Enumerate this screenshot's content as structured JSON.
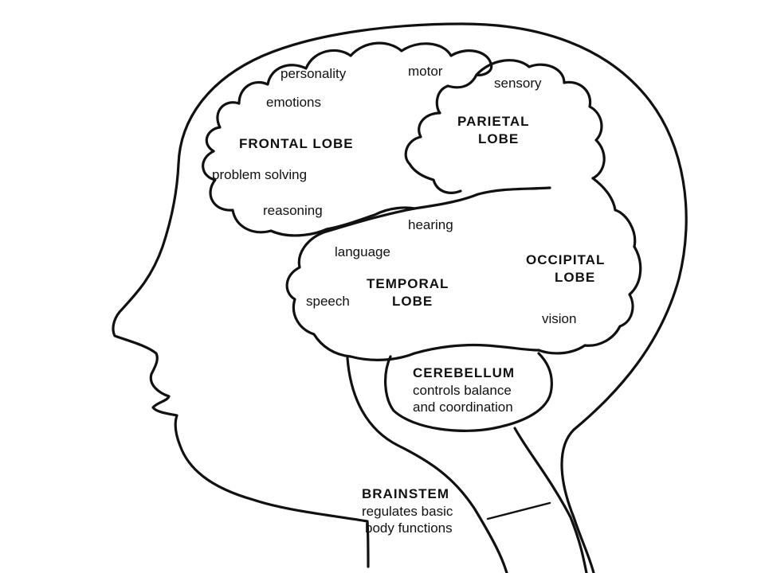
{
  "regions": {
    "frontal": {
      "title": "FRONTAL LOBE",
      "functions": [
        "personality",
        "emotions",
        "problem solving",
        "reasoning",
        "motor"
      ]
    },
    "parietal": {
      "title_line1": "PARIETAL",
      "title_line2": "LOBE",
      "functions": [
        "sensory"
      ]
    },
    "temporal": {
      "title_line1": "TEMPORAL",
      "title_line2": "LOBE",
      "functions": [
        "hearing",
        "language",
        "speech"
      ]
    },
    "occipital": {
      "title_line1": "OCCIPITAL",
      "title_line2": "LOBE",
      "functions": [
        "vision"
      ]
    },
    "cerebellum": {
      "title": "CEREBELLUM",
      "desc_line1": "controls balance",
      "desc_line2": "and coordination"
    },
    "brainstem": {
      "title": "BRAINSTEM",
      "desc_line1": "regulates basic",
      "desc_line2": "body functions"
    }
  }
}
